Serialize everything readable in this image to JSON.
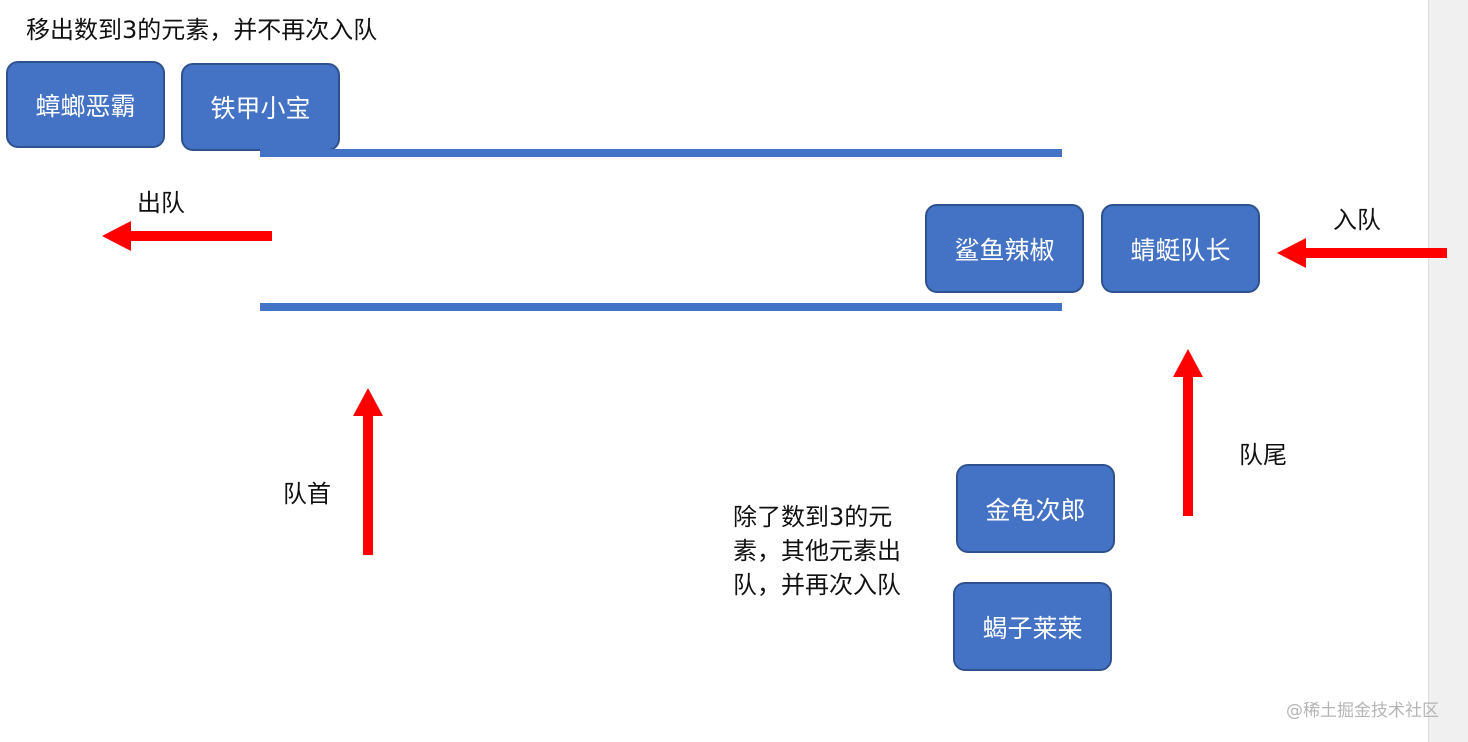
{
  "caption_top": "移出数到3的元素，并不再次入队",
  "removed_nodes": [
    "蟑螂恶霸",
    "铁甲小宝"
  ],
  "queue_nodes": [
    "鲨鱼辣椒",
    "蜻蜓队长"
  ],
  "recycled_nodes": [
    "金龟次郎",
    "蝎子莱莱"
  ],
  "labels": {
    "dequeue": "出队",
    "enqueue": "入队",
    "head": "队首",
    "tail": "队尾"
  },
  "note": {
    "line1": "除了数到3的元",
    "line2": "素，其他元素出",
    "line3": "队，并再次入队"
  },
  "watermark": "@稀土掘金技术社区",
  "colors": {
    "node_fill": "#4472c4",
    "node_border": "#2f528f",
    "rail": "#4472c4",
    "arrow": "#ff0000"
  }
}
